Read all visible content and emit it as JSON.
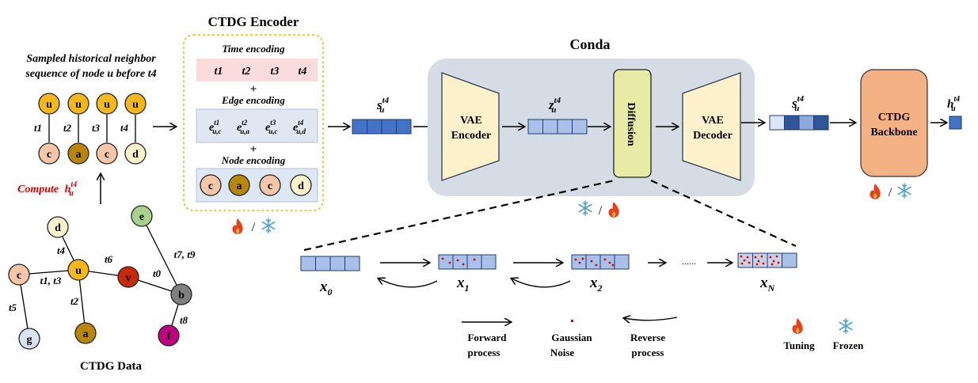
{
  "encoder": {
    "title": "CTDG Encoder",
    "time_encoding": "Time encoding",
    "times": [
      "t1",
      "t2",
      "t3",
      "t4"
    ],
    "plus": "+",
    "edge_encoding": "Edge encoding",
    "edge_items": [
      {
        "e": "e",
        "sup": "t1",
        "sub": "u,c"
      },
      {
        "e": "e",
        "sup": "t2",
        "sub": "u,a"
      },
      {
        "e": "e",
        "sup": "t3",
        "sub": "u,c"
      },
      {
        "e": "e",
        "sup": "t4",
        "sub": "u,d"
      }
    ],
    "node_encoding": "Node encoding",
    "nodes": [
      "c",
      "a",
      "c",
      "d"
    ]
  },
  "sampled": {
    "caption_line1": "Sampled historical neighbor",
    "caption_line2": "sequence of node u before t4",
    "top_nodes": [
      "u",
      "u",
      "u",
      "u"
    ],
    "bottom_nodes": [
      "c",
      "a",
      "c",
      "d"
    ],
    "edge_times": [
      "t1",
      "t2",
      "t3",
      "t4"
    ],
    "compute": {
      "text": "Compute",
      "h": "h",
      "sup": "t4",
      "sub": "u"
    }
  },
  "graph": {
    "caption": "CTDG Data",
    "nodes": {
      "d": "d",
      "c": "c",
      "u": "u",
      "v": "v",
      "e": "e",
      "b": "b",
      "g": "g",
      "a": "a",
      "f": "f"
    },
    "edge_labels": {
      "ud": "t4",
      "uc": "t1, t3",
      "uv": "t6",
      "vb": "t0",
      "eb": "t7, t9",
      "ua": "t2",
      "cg": "t5",
      "bf": "t8"
    }
  },
  "conda": {
    "title": "Conda",
    "vae_encoder": [
      "VAE",
      "Encoder"
    ],
    "vae_decoder": [
      "VAE",
      "Decoder"
    ],
    "diffusion": "Diffusion"
  },
  "vectors": {
    "s_in": {
      "v": "s",
      "sup": "t4",
      "sub": "u"
    },
    "z": {
      "v": "z",
      "sup": "t4",
      "sub": "u"
    },
    "s_out": {
      "v": "s",
      "sup": "t4",
      "sub": "u"
    },
    "h_out": {
      "v": "h",
      "sup": "t4",
      "sub": "u"
    }
  },
  "backbone": [
    "CTDG",
    "Backbone"
  ],
  "process": {
    "x0": {
      "v": "x",
      "sub": "0"
    },
    "x1": {
      "v": "x",
      "sub": "1"
    },
    "x2": {
      "v": "x",
      "sub": "2"
    },
    "xN": {
      "v": "x",
      "sub": "N"
    },
    "dots": "......"
  },
  "legend": {
    "forward": [
      "Forward",
      "process"
    ],
    "noise": [
      "Gaussian",
      "Noise"
    ],
    "reverse": [
      "Reverse",
      "process"
    ],
    "tuning": "Tuning",
    "frozen": "Frozen"
  },
  "slash": "/",
  "colors": {
    "node_u": "#f4b81c",
    "node_c": "#f6c6a8",
    "node_a": "#b8860b",
    "node_d": "#fdf1cc",
    "node_v": "#c62a0a",
    "node_e": "#a9d18e",
    "node_b": "#7f7f7f",
    "node_g": "#dae3f3",
    "node_f": "#c00080",
    "vector_blue": "#4472c4",
    "vector_light": "#a9c0e8",
    "conda_bg": "#d6dce5",
    "vae_fill": "#fdf1cc",
    "diffusion_fill": "#e6eba6",
    "backbone_fill": "#f4b183",
    "time_bg": "#fbdcdc",
    "edge_bg": "#e0e6f2",
    "node_bg": "#dde8f4",
    "encoder_border": "#f0b800",
    "flame": "#e8401a",
    "snow": "#4fa3d9",
    "noise_red": "#e00000"
  }
}
